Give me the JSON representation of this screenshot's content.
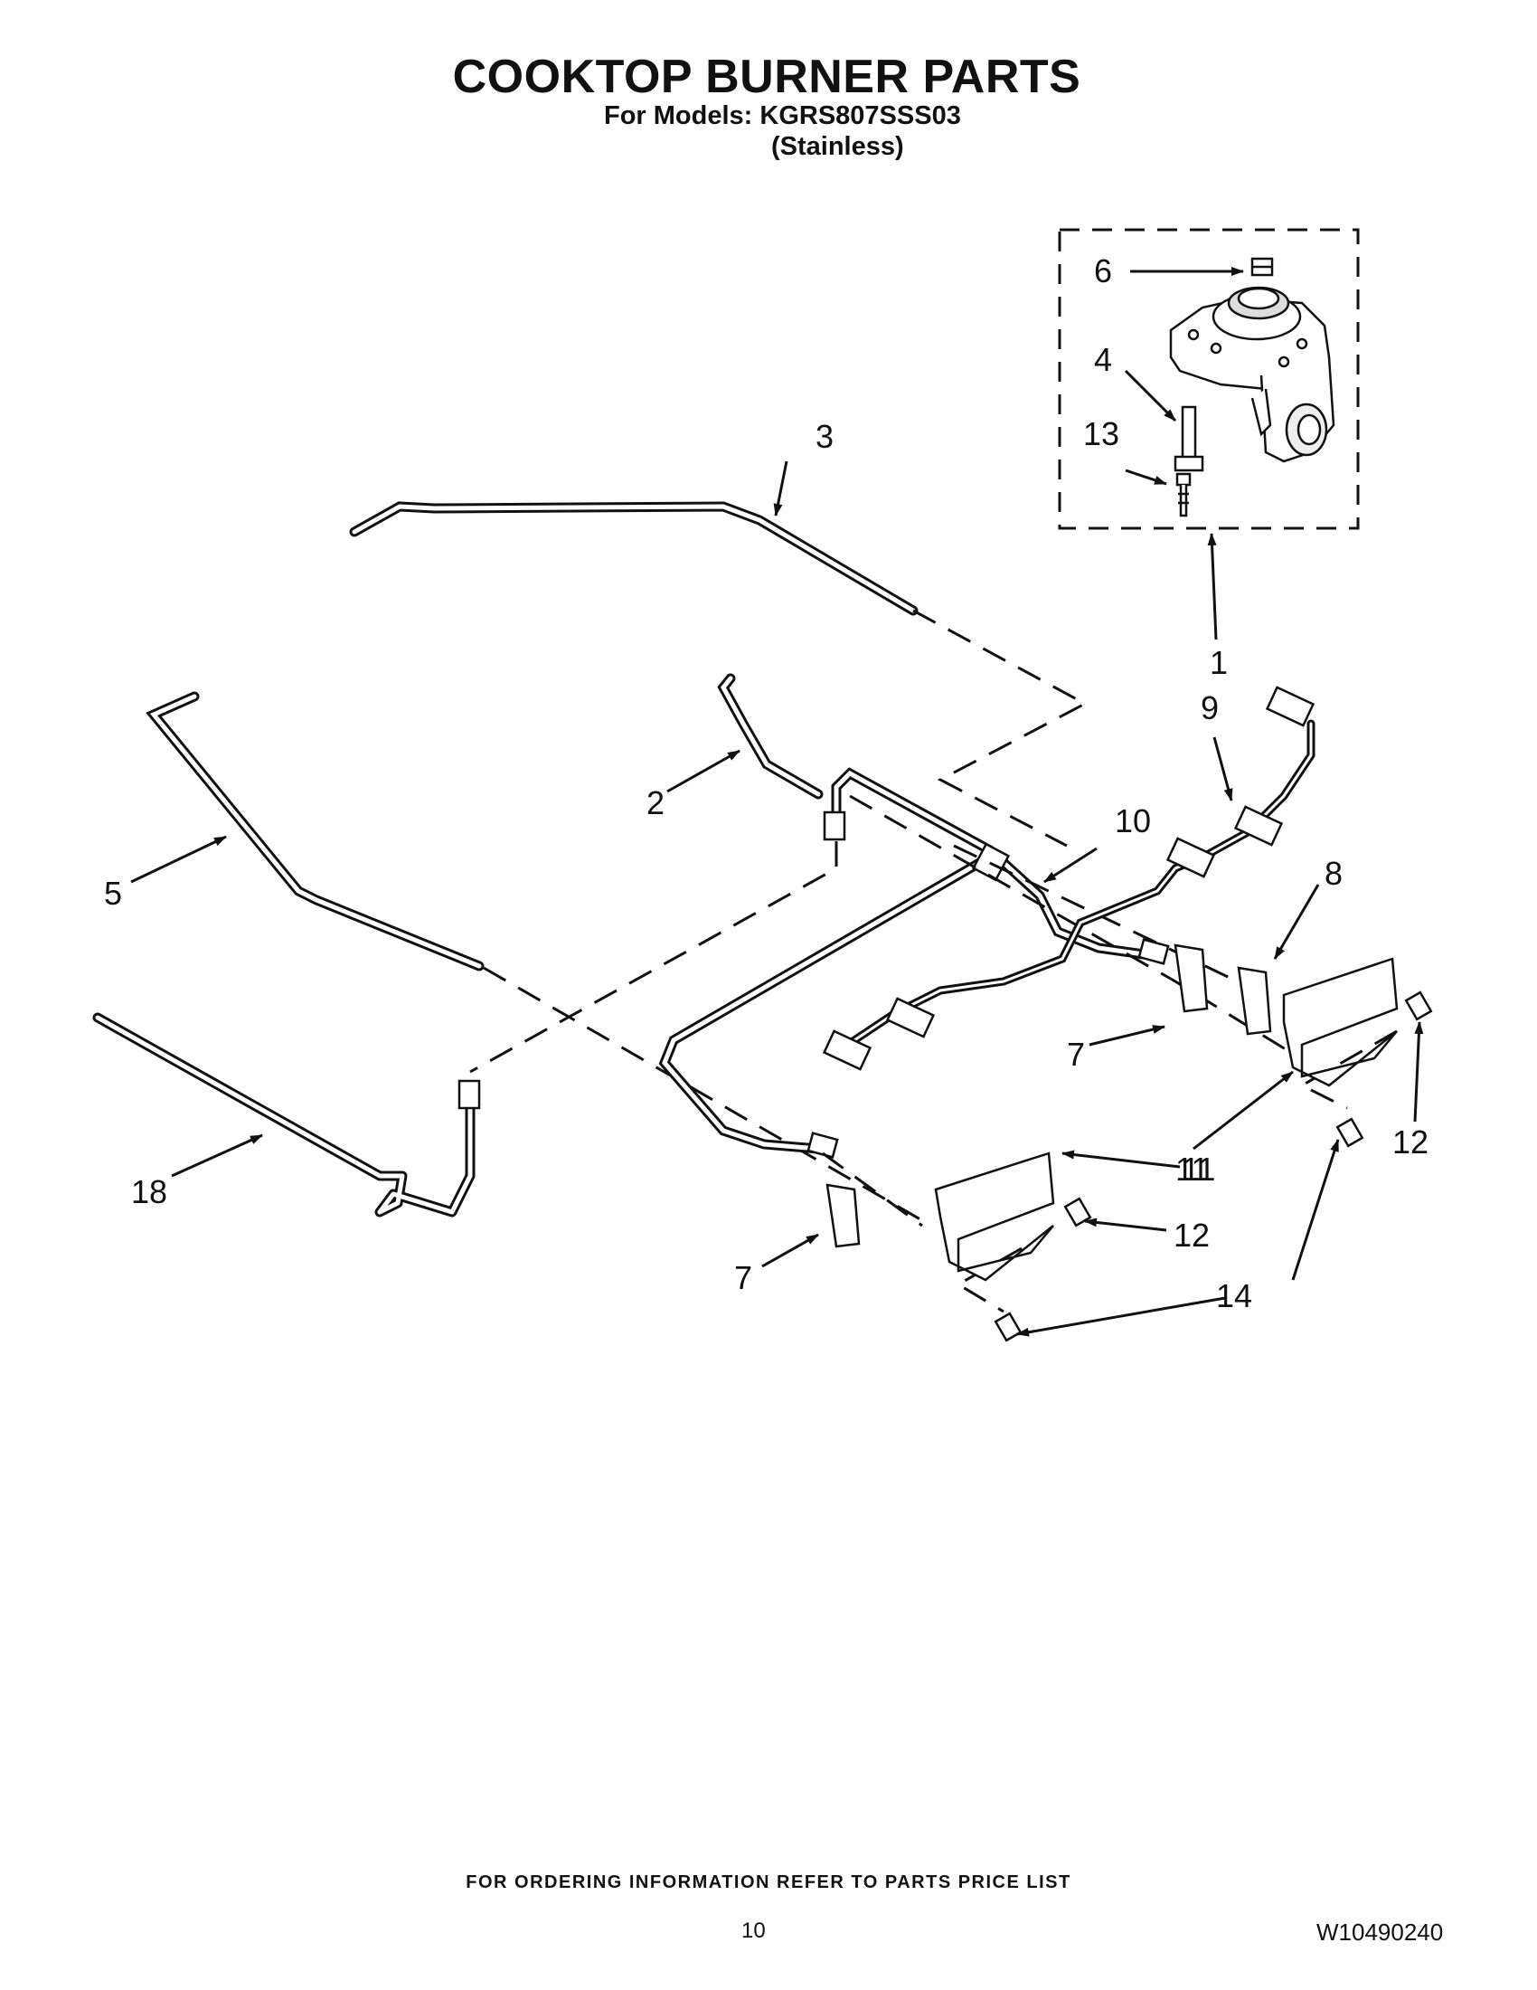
{
  "header": {
    "title": "COOKTOP BURNER PARTS",
    "models_line": "For Models: KGRS807SSS03",
    "finish_line": "(Stainless)"
  },
  "callouts": {
    "c1": "1",
    "c2": "2",
    "c3": "3",
    "c4": "4",
    "c5": "5",
    "c6": "6",
    "c7a": "7",
    "c7b": "7",
    "c8": "8",
    "c9": "9",
    "c10": "10",
    "c11a": "11",
    "c11b": "11",
    "c12a": "12",
    "c12b": "12",
    "c13": "13",
    "c14": "14",
    "c18": "18"
  },
  "footer": {
    "ordering_note": "FOR ORDERING INFORMATION REFER TO PARTS PRICE LIST",
    "page_number": "10",
    "document_id": "W10490240"
  }
}
